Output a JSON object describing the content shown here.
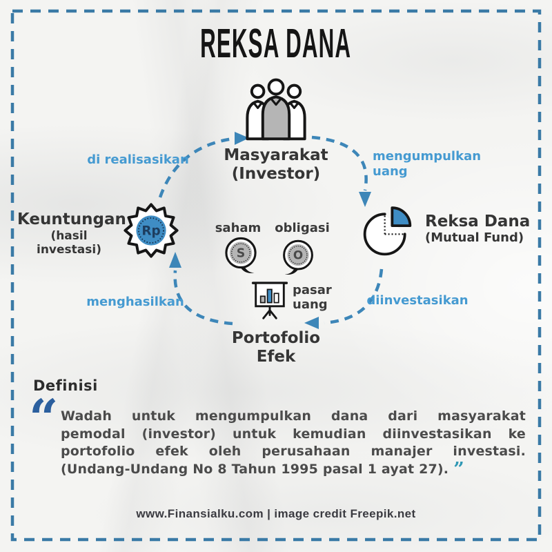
{
  "title": "REKSA DANA",
  "colors": {
    "border_blue": "#3a7aa6",
    "arc_blue": "#3d86b8",
    "label_blue": "#459ad1",
    "icon_blue": "#3f8dc4",
    "icon_gray": "#b5b5b5",
    "quote_open_blue": "#2b5f9e",
    "quote_close_teal": "#2f98b4",
    "text_dark": "#353535",
    "text_body": "#4b4b4b"
  },
  "diagram": {
    "investor": {
      "label": "Masyarakat",
      "sublabel": "(Investor)"
    },
    "mutual_fund": {
      "label": "Reksa Dana",
      "sublabel": "(Mutual Fund)"
    },
    "profit": {
      "label": "Keuntungan",
      "sublabel": "(hasil investasi)",
      "badge": "Rp"
    },
    "portfolio": {
      "label": "Portofolio",
      "sublabel": "Efek"
    },
    "instruments": {
      "saham": {
        "label": "saham",
        "symbol": "S"
      },
      "obligasi": {
        "label": "obligasi",
        "symbol": "O"
      },
      "pasar_uang": {
        "label": "pasar uang"
      }
    },
    "flows": {
      "collect": "mengumpulkan uang",
      "invest": "diinvestasikan",
      "generate": "menghasilkan",
      "realize": "di realisasikan"
    }
  },
  "definition": {
    "heading": "Definisi",
    "open_quote": "“",
    "close_quote": "”",
    "lines": [
      "Wadah untuk mengumpulkan dana dari masyarakat",
      "pemodal (investor) untuk kemudian diinvestasikan ke",
      "portofolio efek oleh perusahaan manajer investasi.",
      "(Undang-Undang No 8 Tahun 1995 pasal 1 ayat 27)."
    ]
  },
  "footer": "www.Finansialku.com | image credit Freepik.net"
}
